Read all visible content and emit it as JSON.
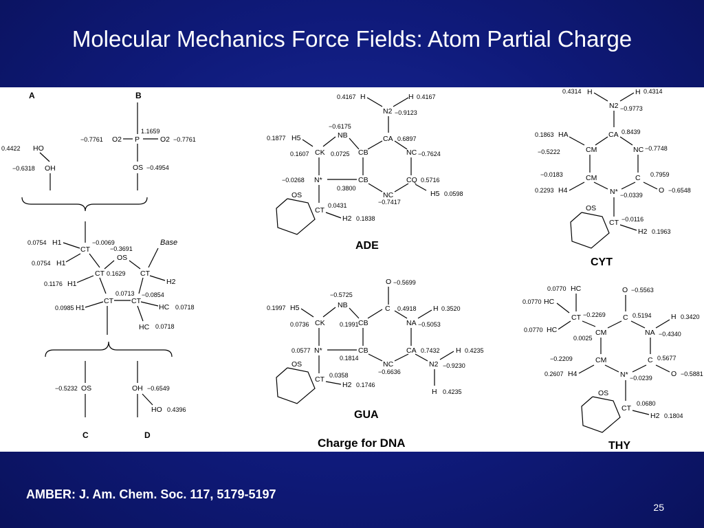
{
  "slide": {
    "title": "Molecular Mechanics Force Fields: Atom Partial Charge",
    "reference": "AMBER: J. Am. Chem. Soc. 117, 5179-5197",
    "page_number": "25"
  },
  "figure": {
    "caption": "Charge for DNA",
    "labels": {
      "A": "A",
      "B": "B",
      "C": "C",
      "D": "D",
      "base": "Base",
      "ade": "ADE",
      "gua": "GUA",
      "cyt": "CYT",
      "thy": "THY"
    },
    "A": {
      "ho": "HO",
      "ho_q": "0.4422",
      "oh": "OH",
      "oh_q": "−0.6318"
    },
    "B": {
      "p": "P",
      "p_q": "1.1659",
      "o2l": "O2",
      "o2l_q": "−0.7761",
      "o2r": "O2",
      "o2r_q": "−0.7761",
      "os": "OS",
      "os_q": "−0.4954"
    },
    "sugar": {
      "h1a": "H1",
      "h1a_q": "0.0754",
      "h1b": "H1",
      "h1b_q": "0.0754",
      "ct1": "CT",
      "ct1_q": "−0.0069",
      "os": "OS",
      "os_q": "−0.3691",
      "ct2": "CT",
      "ct2_q": "0.1629",
      "h1c": "H1",
      "h1c_q": "0.1176",
      "ct3": "CT",
      "h2": "H2",
      "ct4": "CT",
      "ct4_q": "0.0713",
      "ct5": "CT",
      "ct5_q": "−0.0854",
      "h1d": "H1",
      "h1d_q": "0.0985",
      "hc1": "HC",
      "hc1_q": "0.0718",
      "hc2": "HC",
      "hc2_q": "0.0718"
    },
    "C": {
      "os": "OS",
      "os_q": "−0.5232"
    },
    "D": {
      "oh": "OH",
      "oh_q": "−0.6549",
      "ho": "HO",
      "ho_q": "0.4396"
    },
    "ade": {
      "h_l_q": "0.4167",
      "h_l": "H",
      "h_r": "H",
      "h_r_q": "0.4167",
      "n2": "N2",
      "n2_q": "−0.9123",
      "nb_q": "−0.6175",
      "nb": "NB",
      "ca": "CA",
      "ca_q": "0.6897",
      "h5_q": "0.1877",
      "h5": "H5",
      "ck_q": "0.1607",
      "ck": "CK",
      "cb1_q": "0.0725",
      "cb1": "CB",
      "nc1": "NC",
      "nc1_q": "−0.7624",
      "n_q": "−0.0268",
      "n": "N*",
      "cb2": "CB",
      "cb2_q": "0.3800",
      "cq": "CQ",
      "cq_q": "0.5716",
      "nc2": "NC",
      "nc2_q": "−0.7417",
      "h5b": "H5",
      "h5b_q": "0.0598",
      "os": "OS",
      "ct": "CT",
      "ct_q": "0.0431",
      "h2": "H2",
      "h2_q": "0.1838"
    },
    "gua": {
      "o": "O",
      "o_q": "−0.5699",
      "nb_q": "−0.5725",
      "nb": "NB",
      "c": "C",
      "c_q": "0.4918",
      "h": "H",
      "h_q": "0.3520",
      "h5_q": "0.1997",
      "h5": "H5",
      "ck_q": "0.0736",
      "ck": "CK",
      "cb1_q": "0.1991",
      "cb1": "CB",
      "na": "NA",
      "na_q": "−0.5053",
      "n_q": "0.0577",
      "n": "N*",
      "cb2": "CB",
      "cb2_q": "0.1814",
      "ca": "CA",
      "ca_q": "0.7432",
      "hn": "H",
      "hn_q": "0.4235",
      "nc": "NC",
      "nc_q": "−0.6636",
      "n2": "N2",
      "n2_q": "−0.9230",
      "h2b": "H",
      "h2b_q": "0.4235",
      "os": "OS",
      "ct": "CT",
      "ct_q": "0.0358",
      "h2": "H2",
      "h2_q": "0.1746"
    },
    "cyt": {
      "h_l_q": "0.4314",
      "h_l": "H",
      "h_r": "H",
      "h_r_q": "0.4314",
      "n2": "N2",
      "n2_q": "−0.9773",
      "ca": "CA",
      "ca_q": "0.8439",
      "ha_q": "0.1863",
      "ha": "HA",
      "cm1_q": "−0.5222",
      "cm1": "CM",
      "nc": "NC",
      "nc_q": "−0.7748",
      "cm2_q": "−0.0183",
      "cm2": "CM",
      "c": "C",
      "c_q": "0.7959",
      "h4_q": "0.2293",
      "h4": "H4",
      "n": "N*",
      "n_q": "−0.0339",
      "o": "O",
      "o_q": "−0.6548",
      "os": "OS",
      "ct": "CT",
      "ct_q": "−0.0116",
      "h2": "H2",
      "h2_q": "0.1963"
    },
    "thy": {
      "hc1_q": "0.0770",
      "hc1": "HC",
      "hc2_q": "0.0770",
      "hc2": "HC",
      "hc3_q": "0.0770",
      "hc3": "HC",
      "ct_m": "CT",
      "ct_m_q": "−0.2269",
      "o1": "O",
      "o1_q": "−0.5563",
      "c1": "C",
      "c1_q": "0.5194",
      "h": "H",
      "h_q": "0.3420",
      "na": "NA",
      "na_q": "−0.4340",
      "cm1": "CM",
      "cm1_q": "0.0025",
      "cm2_q": "−0.2209",
      "cm2": "CM",
      "c2": "C",
      "c2_q": "0.5677",
      "h4_q": "0.2607",
      "h4": "H4",
      "n": "N*",
      "n_q": "−0.0239",
      "o2": "O",
      "o2_q": "−0.5881",
      "os": "OS",
      "ct": "CT",
      "ct_q": "0.0680",
      "h2": "H2",
      "h2_q": "0.1804"
    }
  }
}
